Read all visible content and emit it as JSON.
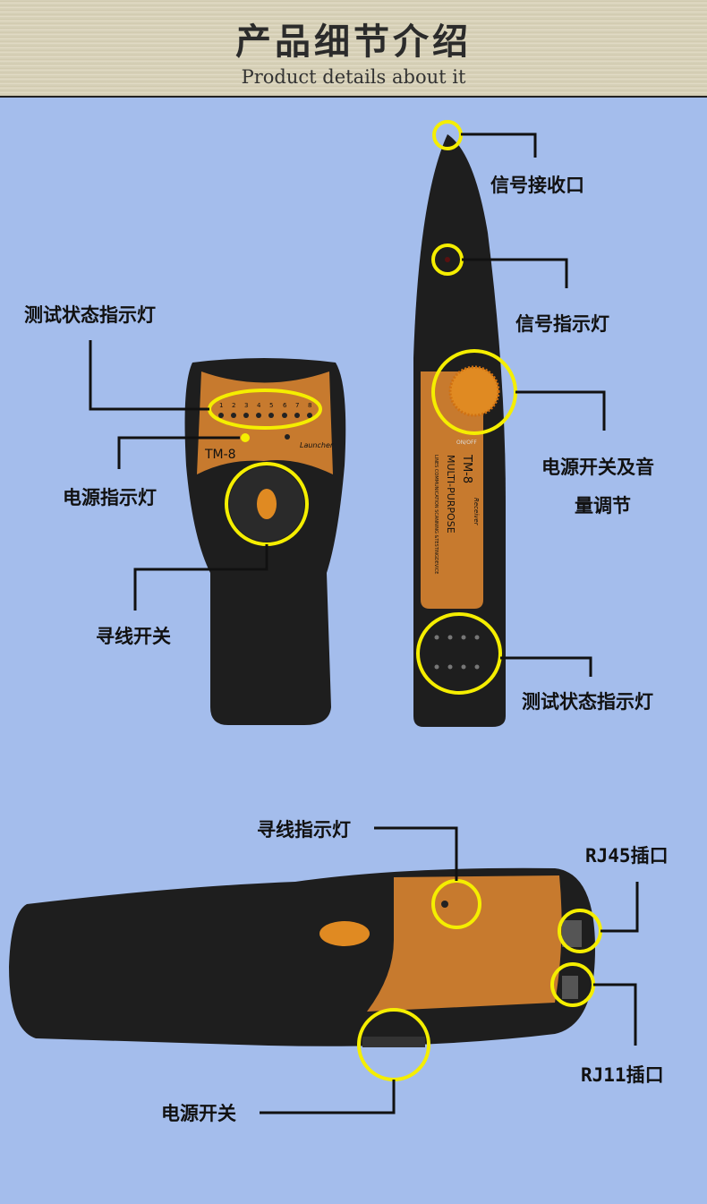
{
  "header": {
    "title": "产品细节介绍",
    "subtitle": "Product details about it"
  },
  "device_text": {
    "launcher_model": "TM-8",
    "launcher_name": "Launcher",
    "led_numbers": [
      "1",
      "2",
      "3",
      "4",
      "5",
      "6",
      "7",
      "8"
    ],
    "receiver_model": "TM-8",
    "receiver_name": "Receiver",
    "receiver_type": "MULTI-PURPOSE",
    "receiver_desc": "LINES COMMUNICATION SCANNING &TESTINGDEVICE",
    "onoff": "ON/OFF"
  },
  "labels": {
    "signal_receiver": "信号接收口",
    "signal_led": "信号指示灯",
    "power_volume_1": "电源开关及音",
    "power_volume_2": "量调节",
    "receiver_test_led": "测试状态指示灯",
    "launcher_test_led": "测试状态指示灯",
    "power_led": "电源指示灯",
    "trace_switch": "寻线开关",
    "trace_led": "寻线指示灯",
    "rj45": "RJ45插口",
    "rj11": "RJ11插口",
    "power_switch": "电源开关"
  },
  "colors": {
    "background": "#a4bdec",
    "highlight": "#f5ee00",
    "device_body": "#1e1e1e",
    "panel": "#c77a2e"
  }
}
